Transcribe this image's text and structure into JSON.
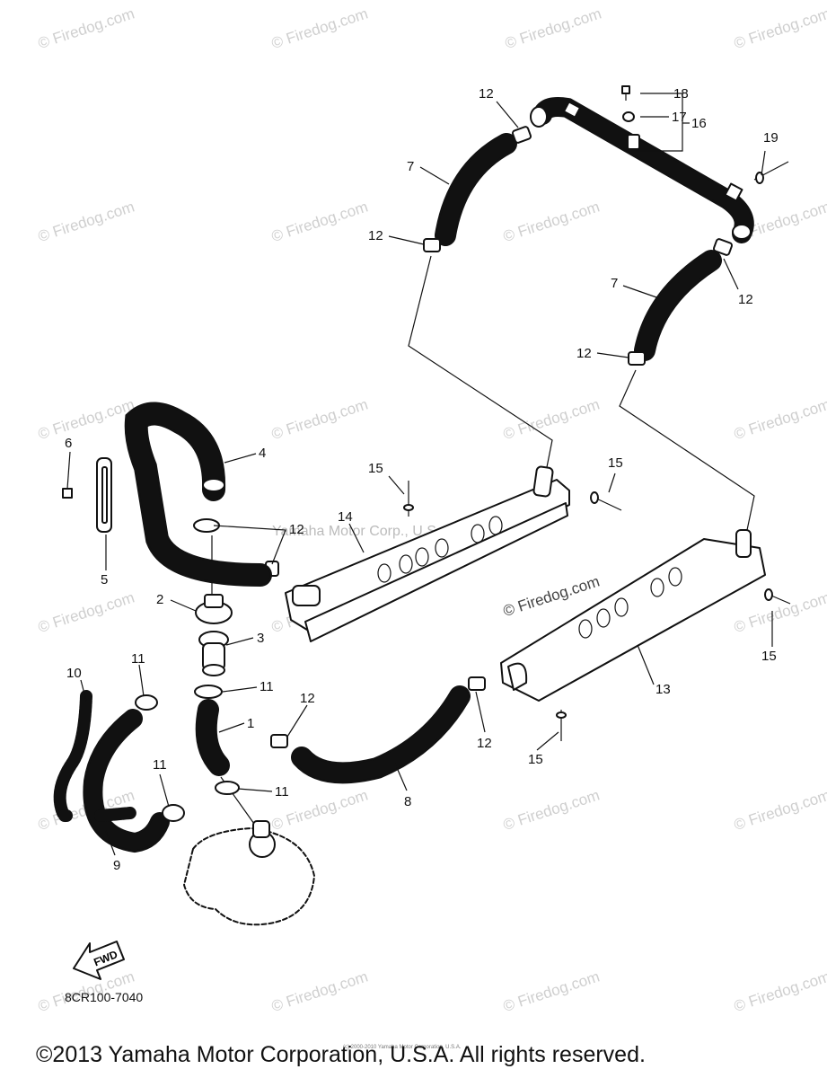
{
  "watermark": "© Firedog.com",
  "center_watermark": "Yamaha Motor Corp., U.S.A.",
  "overlay_label": "© Firedog.com",
  "diagram_code": "8CR100-7040",
  "fwd_label": "FWD",
  "fine_print": "(c) 2000-2010 Yamaha Motor Corporation, U.S.A.",
  "footer": "©2013 Yamaha Motor Corporation, U.S.A. All rights reserved.",
  "callouts": [
    {
      "id": "c12a",
      "text": "12"
    },
    {
      "id": "c7a",
      "text": "7"
    },
    {
      "id": "c12b",
      "text": "12"
    },
    {
      "id": "c18",
      "text": "18"
    },
    {
      "id": "c17",
      "text": "17"
    },
    {
      "id": "c16",
      "text": "16"
    },
    {
      "id": "c19",
      "text": "19"
    },
    {
      "id": "c7b",
      "text": "7"
    },
    {
      "id": "c12c",
      "text": "12"
    },
    {
      "id": "c12d",
      "text": "12"
    },
    {
      "id": "c6",
      "text": "6"
    },
    {
      "id": "c4",
      "text": "4"
    },
    {
      "id": "c15a",
      "text": "15"
    },
    {
      "id": "c15b",
      "text": "15"
    },
    {
      "id": "c14",
      "text": "14"
    },
    {
      "id": "c12e",
      "text": "12"
    },
    {
      "id": "c5",
      "text": "5"
    },
    {
      "id": "c2",
      "text": "2"
    },
    {
      "id": "c3",
      "text": "3"
    },
    {
      "id": "c10",
      "text": "10"
    },
    {
      "id": "c11a",
      "text": "11"
    },
    {
      "id": "c11b",
      "text": "11"
    },
    {
      "id": "c1",
      "text": "1"
    },
    {
      "id": "c12f",
      "text": "12"
    },
    {
      "id": "c15c",
      "text": "15"
    },
    {
      "id": "c13",
      "text": "13"
    },
    {
      "id": "c12g",
      "text": "12"
    },
    {
      "id": "c15d",
      "text": "15"
    },
    {
      "id": "c11c",
      "text": "11"
    },
    {
      "id": "c11d",
      "text": "11"
    },
    {
      "id": "c8",
      "text": "8"
    },
    {
      "id": "c9",
      "text": "9"
    }
  ]
}
